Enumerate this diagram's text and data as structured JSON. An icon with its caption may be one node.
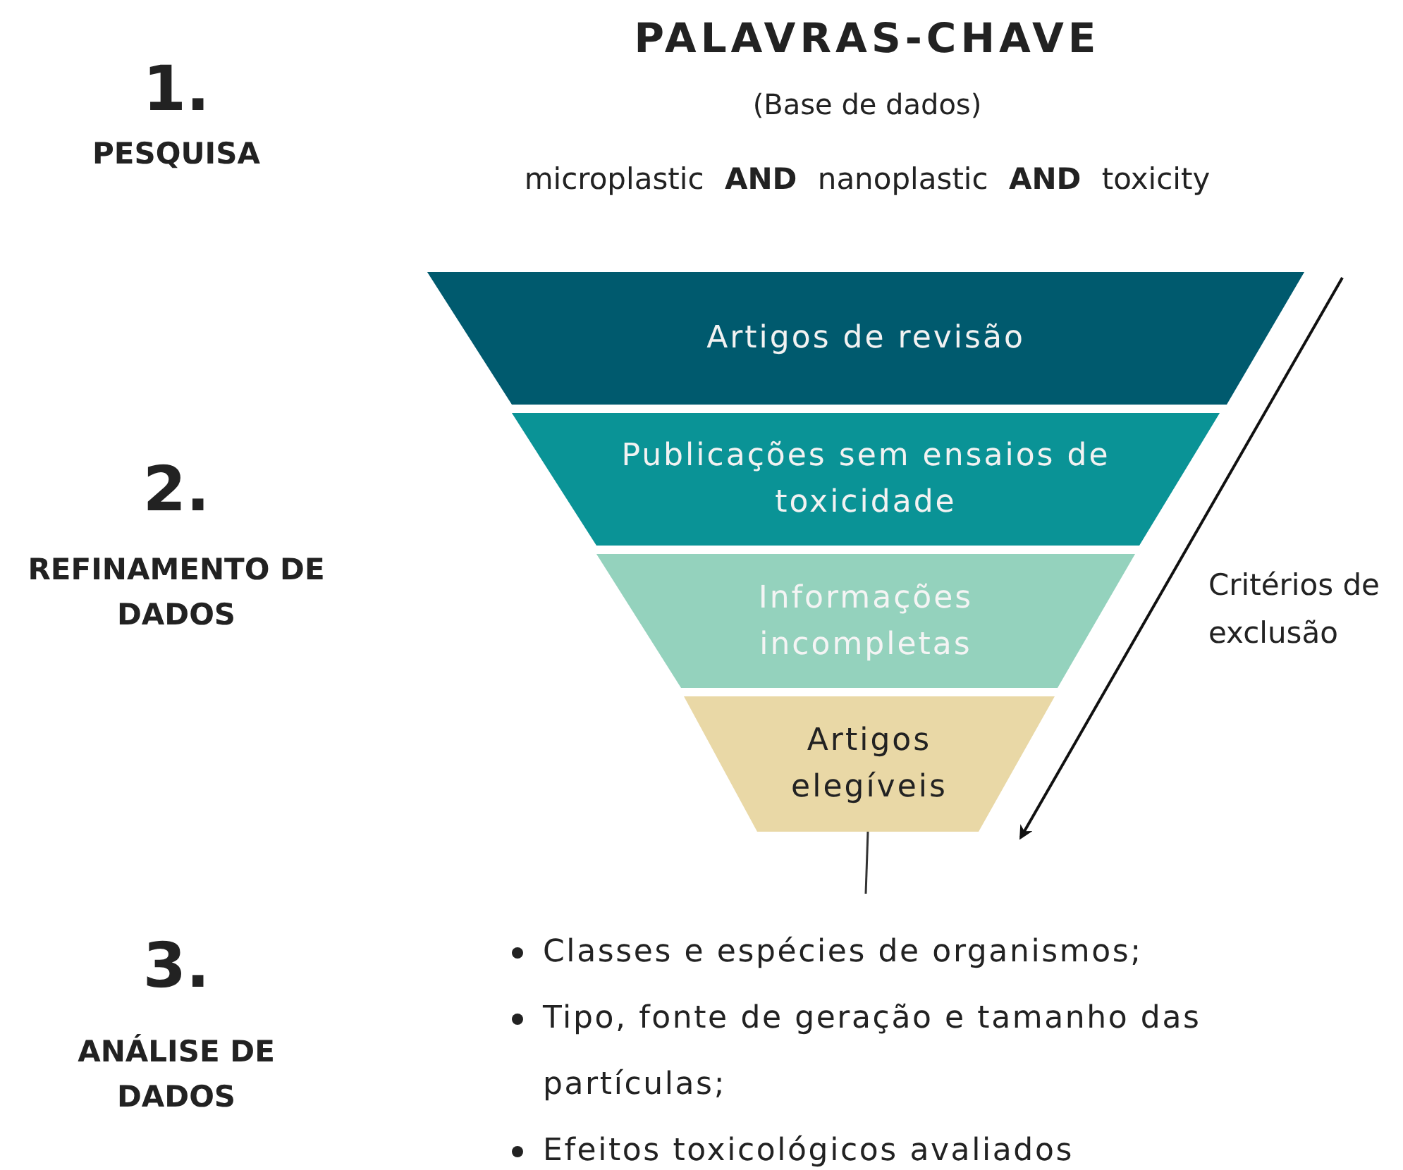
{
  "diagram": {
    "nodes": [
      {
        "text": [
          "Artigos de revisão"
        ]
      },
      {
        "text": [
          "Publicações sem ensaios de toxicidade"
        ]
      },
      {
        "text": [
          "Informações incompletas"
        ]
      },
      {
        "text": [
          "Artigos elegíveis"
        ]
      },
      {
        "text": [
          "Classes e espécies de organismos;",
          "Tipo, fonte de geração e tamanho das partículas;",
          "Efeitos toxicológicos avaliados"
        ]
      }
    ],
    "edges": [
      {
        "from": 3,
        "to": 4,
        "arrow": "none"
      }
    ],
    "labels": [
      "1.",
      "PESQUISA",
      "PALAVRAS-CHAVE",
      "(Base de dados)",
      "microplastic **AND** nanoplastic **AND** toxicity",
      "2.",
      "REFINAMENTO DE DADOS",
      "Critérios de exclusão",
      "3.",
      "ANÁLISE DE DADOS"
    ]
  }
}
